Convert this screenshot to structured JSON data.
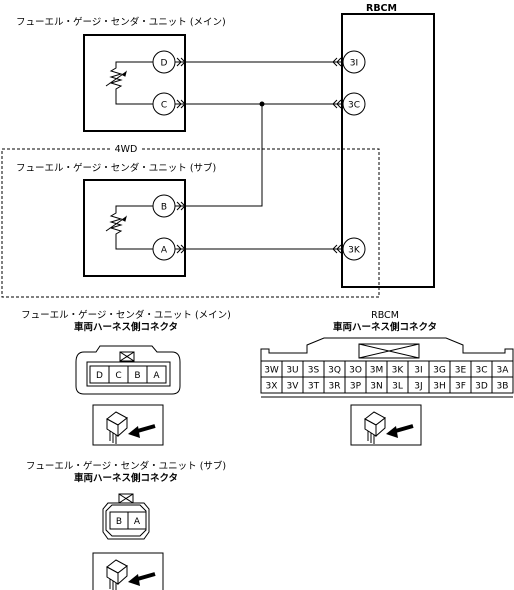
{
  "diagram": {
    "sensor_main_title": "フューエル・ゲージ・センダ・ユニット (メイン)",
    "sensor_sub_title": "フューエル・ゲージ・センダ・ユニット (サブ)",
    "rbcm_title": "RBCM",
    "fwd_label": "4WD",
    "main_pins": [
      "D",
      "C"
    ],
    "sub_pins": [
      "B",
      "A"
    ],
    "rbcm_pins": [
      "3I",
      "3C",
      "3K"
    ]
  },
  "connectors": {
    "main_title_line1": "フューエル・ゲージ・センダ・ユニット (メイン)",
    "main_title_line2": "車両ハーネス側コネクタ",
    "main_cells": [
      "D",
      "C",
      "B",
      "A"
    ],
    "rbcm_title_line1": "RBCM",
    "rbcm_title_line2": "車両ハーネス側コネクタ",
    "rbcm_row1": [
      "3W",
      "3U",
      "3S",
      "3Q",
      "3O",
      "3M",
      "3K",
      "3I",
      "3G",
      "3E",
      "3C",
      "3A"
    ],
    "rbcm_row2": [
      "3X",
      "3V",
      "3T",
      "3R",
      "3P",
      "3N",
      "3L",
      "3J",
      "3H",
      "3F",
      "3D",
      "3B"
    ],
    "sub_title_line1": "フューエル・ゲージ・センダ・ユニット (サブ)",
    "sub_title_line2": "車両ハーネス側コネクタ",
    "sub_cells": [
      "B",
      "A"
    ]
  }
}
